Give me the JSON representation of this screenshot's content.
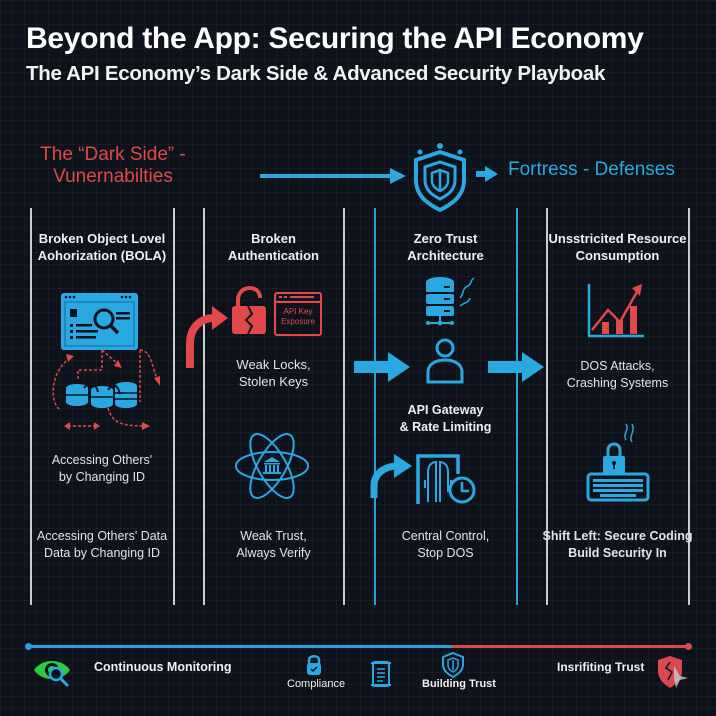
{
  "header": {
    "title": "Beyond the App: Securing the API Economy",
    "subtitle": "The API Economy’s Dark Side & Advanced Security Playboak"
  },
  "sections": {
    "dark_side_label": "The “Dark Side” -\nVunernabilties",
    "fortress_label": "Fortress - Defenses"
  },
  "colors": {
    "background": "#0e121b",
    "accent_blue": "#2aa8e0",
    "accent_red": "#e0484a",
    "monitor_green": "#2ecc40",
    "text": "#f0f0f0"
  },
  "columns": [
    {
      "heading": "Broken Object Lovel\nAohorization (BOLA)",
      "icon": "browser-search-database-icon",
      "mid_text": "Accessing Others'\nby Changing ID",
      "bottom_text": "Accessing Others' Data\nData by Changing ID"
    },
    {
      "heading": "Broken\nAuthentication",
      "icon": "broken-lock-icon",
      "icon_badge": "API Key\nExposure",
      "mid_text": "Weak Locks,\nStolen Keys",
      "icon2": "atom-bank-icon",
      "bottom_text": "Weak Trust,\nAlways Verify"
    },
    {
      "heading": "Zero Trust\nArchitecture",
      "icon": "server-stack-icon",
      "icon2": "user-icon",
      "mid_text": "API Gateway\n& Rate Limiting",
      "icon3": "gateway-clock-icon",
      "bottom_text": "Central Control,\nStop DOS"
    },
    {
      "heading": "Unsstricited Resource\nConsumption",
      "icon": "rising-chart-icon",
      "mid_text": "DOS Attacks,\nCrashing Systems",
      "icon2": "keyboard-lock-icon",
      "bottom_text": "Shift Left: Secure Coding\nBuild Security In"
    }
  ],
  "footer": {
    "monitoring": "Continuous Monitoring",
    "compliance": "Compliance",
    "building_trust": "Building Trust",
    "insrifiting_trust": "Insrifiting Trust"
  }
}
